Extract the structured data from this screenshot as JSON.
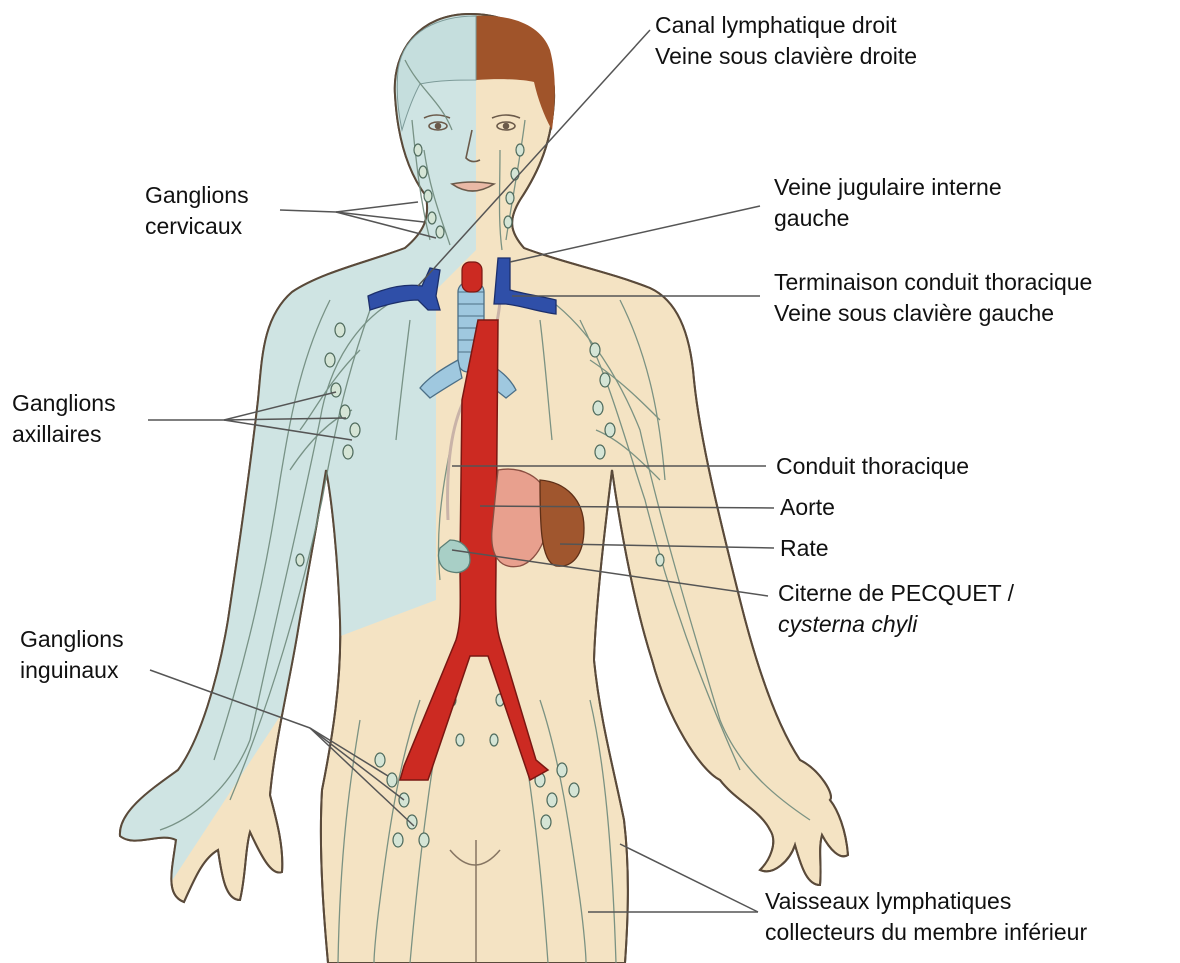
{
  "labels": {
    "canal_droit": [
      "Canal lymphatique droit",
      "Veine sous clavière droite"
    ],
    "ganglions_cervicaux": [
      "Ganglions",
      "cervicaux"
    ],
    "jugulaire": [
      "Veine jugulaire interne",
      "gauche"
    ],
    "terminaison": [
      "Terminaison conduit thoracique",
      "Veine sous clavière gauche"
    ],
    "ganglions_axillaires": [
      "Ganglions",
      "axillaires"
    ],
    "conduit_thoracique": "Conduit thoracique",
    "aorte": "Aorte",
    "rate": "Rate",
    "citerne": [
      "Citerne de PECQUET /",
      "cysterna chyli"
    ],
    "ganglions_inguinaux": [
      "Ganglions",
      "inguinaux"
    ],
    "vaisseaux": [
      "Vaisseaux lymphatiques",
      "collecteurs du membre inférieur"
    ]
  },
  "colors": {
    "drained_area": "#cfe4e3",
    "skin": "#f4e3c3",
    "hair": "#a0542a",
    "vein": "#2f4fa8",
    "artery": "#cc2a22",
    "thoracic_duct": "#e8a08e",
    "trachea": "#9fc8df",
    "spleen": "#a0562e",
    "lymph": "#6f8a7c",
    "leader": "#555555"
  }
}
